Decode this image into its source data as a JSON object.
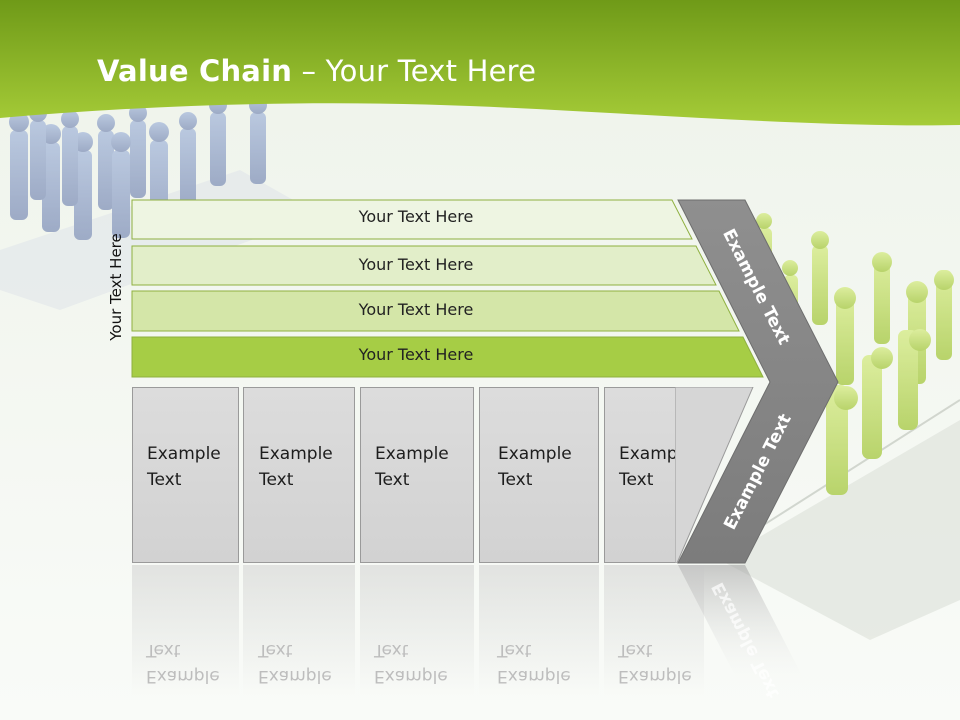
{
  "slide": {
    "title_bold": "Value Chain",
    "title_rest": " – Your Text Here",
    "vertical_label": "Your Text Here",
    "rows": [
      {
        "label": "Your Text Here",
        "color": "#eef5e2"
      },
      {
        "label": "Your Text Here",
        "color": "#e2eec9"
      },
      {
        "label": "Your Text Here",
        "color": "#d4e6a8"
      },
      {
        "label": "Your Text Here",
        "color": "#a6cd45"
      }
    ],
    "boxes": [
      {
        "line1": "Example",
        "line2": "Text"
      },
      {
        "line1": "Example",
        "line2": "Text"
      },
      {
        "line1": "Example",
        "line2": "Text"
      },
      {
        "line1": "Example",
        "line2": "Text"
      },
      {
        "line1": "Example",
        "line2": "Text"
      }
    ],
    "chevron_top": "Example Text",
    "chevron_bottom": "Example Text",
    "colors": {
      "header_green": "#8cb82a",
      "chevron_gray": "#8a8a8a"
    }
  }
}
